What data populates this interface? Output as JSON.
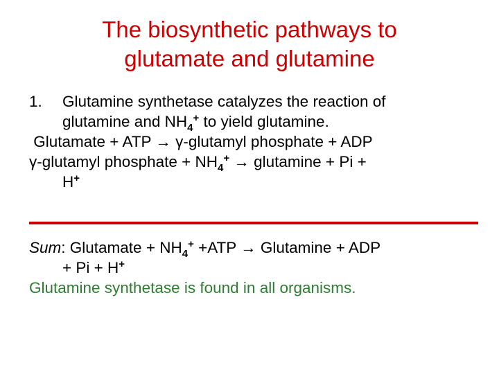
{
  "slide": {
    "title_line1": "The biosynthetic pathways to",
    "title_line2": "glutamate and glutamine",
    "item1": {
      "number": "1.",
      "text_a": "Glutamine synthetase catalyzes the reaction of",
      "text_b_1": "glutamine and NH",
      "text_b_sub": "4",
      "text_b_sup": "+",
      "text_b_2": " to yield glutamine."
    },
    "eq1": " Glutamate + ATP → γ-glutamyl phosphate + ADP",
    "eq2": {
      "part1": "γ-glutamyl phosphate + NH",
      "sub": "4",
      "sup": "+",
      "part2": " → glutamine + Pi +",
      "cont": "H",
      "cont_sup": "+"
    },
    "sum": {
      "label": "Sum",
      "colon": ": Glutamate + NH",
      "sub": "4",
      "sup": "+",
      "part2": " +ATP → Glutamine + ADP",
      "cont": "+ Pi + H",
      "cont_sup": "+"
    },
    "note": "Glutamine synthetase is found in all organisms.",
    "colors": {
      "title": "#cc0000",
      "rule": "#cc0000",
      "note": "#2e7d32",
      "text": "#000000"
    }
  }
}
